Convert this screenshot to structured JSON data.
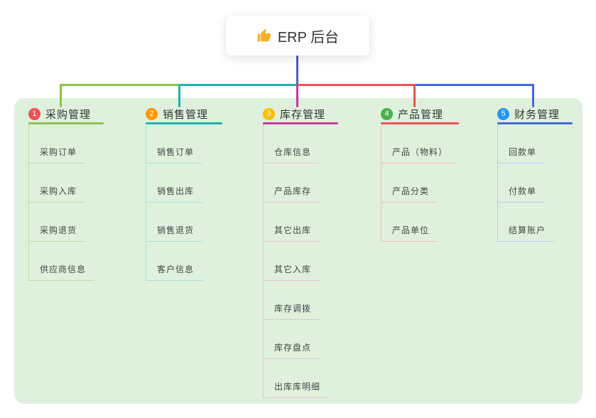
{
  "root": {
    "icon": "thumbs-up",
    "title": "ERP 后台"
  },
  "colors": {
    "stem": "#4a5ac9",
    "panel": "#dff1dd",
    "thumb_icon": "#f6b021"
  },
  "branches": [
    {
      "badge": "1",
      "badge_color": "#ee5253",
      "label": "采购管理",
      "line_color": "#8bc34a",
      "child_line_color": "#c3dc9e",
      "children": [
        "采购订单",
        "采购入库",
        "采购退货",
        "供应商信息"
      ]
    },
    {
      "badge": "2",
      "badge_color": "#ff9800",
      "label": "销售管理",
      "line_color": "#1cb5b2",
      "child_line_color": "#a5e0de",
      "children": [
        "销售订单",
        "销售出库",
        "销售退货",
        "客户信息"
      ]
    },
    {
      "badge": "3",
      "badge_color": "#fbbc05",
      "label": "库存管理",
      "line_color": "#c9379b",
      "child_line_color": "#ecc0dd",
      "children": [
        "仓库信息",
        "产品库存",
        "其它出库",
        "其它入库",
        "库存调拨",
        "库存盘点",
        "出库库明细"
      ]
    },
    {
      "badge": "4",
      "badge_color": "#4caf50",
      "label": "产品管理",
      "line_color": "#ef5350",
      "child_line_color": "#f6bdbc",
      "children": [
        "产品（物料）",
        "产品分类",
        "产品单位"
      ]
    },
    {
      "badge": "5",
      "badge_color": "#2196f3",
      "label": "财务管理",
      "line_color": "#4169e1",
      "child_line_color": "#b9c9f0",
      "children": [
        "回款单",
        "付款单",
        "结算账户"
      ]
    }
  ]
}
